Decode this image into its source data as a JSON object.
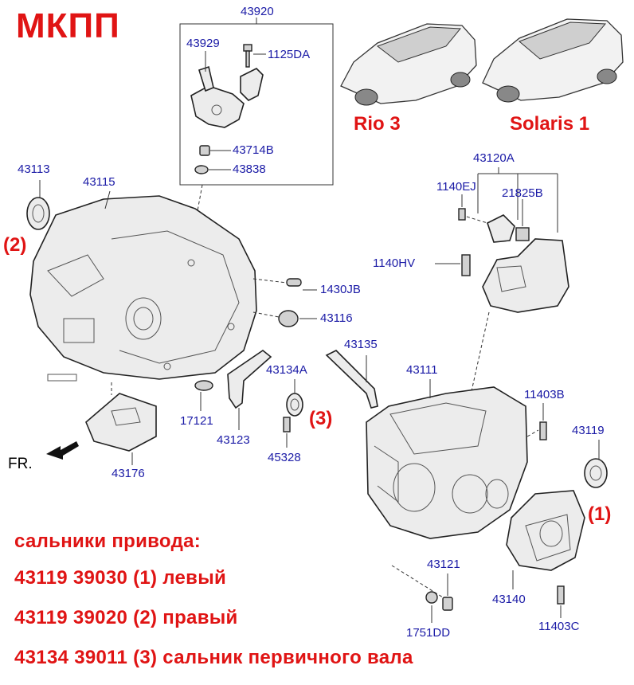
{
  "title": "МКПП",
  "models": [
    "Rio 3",
    "Solaris 1"
  ],
  "labels": {
    "p43920": "43920",
    "p43929": "43929",
    "p1125DA": "1125DA",
    "p43714B": "43714B",
    "p43838": "43838",
    "p43113": "43113",
    "p43115": "43115",
    "p1430JB": "1430JB",
    "p43116": "43116",
    "p43135": "43135",
    "p43134A": "43134A",
    "p43111": "43111",
    "p11403B": "11403B",
    "p43119": "43119",
    "p43120A": "43120A",
    "p1140EJ": "1140EJ",
    "p21825B": "21825B",
    "p1140HV": "1140HV",
    "p17121": "17121",
    "p43123": "43123",
    "p45328": "45328",
    "p43176": "43176",
    "p43121": "43121",
    "p43140": "43140",
    "p1751DD": "1751DD",
    "p11403C": "11403C"
  },
  "refs": {
    "left_seal": "(2)",
    "input_seal": "(3)",
    "right_seal": "(1)"
  },
  "direction": "FR.",
  "notes": [
    "сальники привода:",
    "43119 39030  (1)  левый",
    "43119 39020  (2)  правый",
    "43134 39011  (3)  сальник первичного вала"
  ],
  "colors": {
    "title_red": "#e01414",
    "label_blue": "#1a1aa6"
  }
}
